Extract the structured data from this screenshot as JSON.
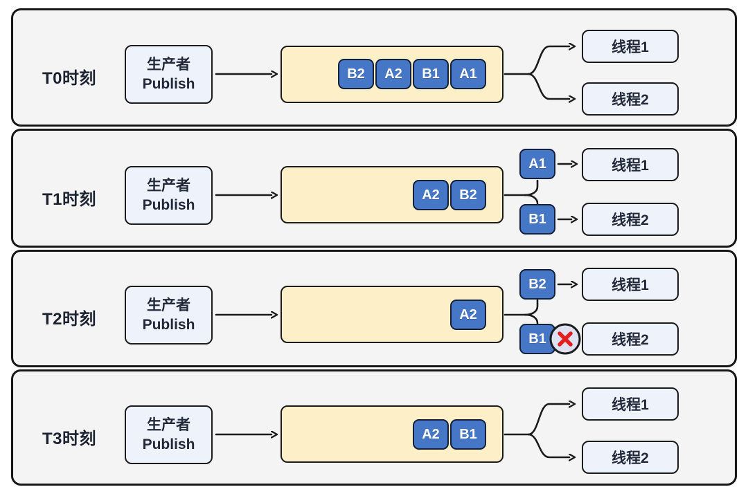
{
  "colors": {
    "panel_bg": "#f4f4f5",
    "node_bg": "#eef2fb",
    "queue_bg": "#fdefc8",
    "chip_bg": "#4577c6",
    "chip_text": "#ffffff",
    "line": "#1b1b1b",
    "fail_circle_bg": "#dde1f2",
    "fail_x": "#e21f1f"
  },
  "rows": [
    {
      "time": "T0时刻",
      "producer": [
        "生产者",
        "Publish"
      ],
      "queue_items": [
        "B2",
        "A2",
        "B1",
        "A1"
      ],
      "threads": [
        "线程1",
        "线程2"
      ]
    },
    {
      "time": "T1时刻",
      "producer": [
        "生产者",
        "Publish"
      ],
      "queue_items": [
        "A2",
        "B2"
      ],
      "dispatch": [
        "A1",
        "B1"
      ],
      "threads": [
        "线程1",
        "线程2"
      ]
    },
    {
      "time": "T2时刻",
      "producer": [
        "生产者",
        "Publish"
      ],
      "queue_items": [
        "A2"
      ],
      "dispatch": [
        "B2",
        "B1"
      ],
      "failed_dispatch": "B1",
      "threads": [
        "线程1",
        "线程2"
      ]
    },
    {
      "time": "T3时刻",
      "producer": [
        "生产者",
        "Publish"
      ],
      "queue_items": [
        "A2",
        "B1"
      ],
      "threads": [
        "线程1",
        "线程2"
      ]
    }
  ]
}
